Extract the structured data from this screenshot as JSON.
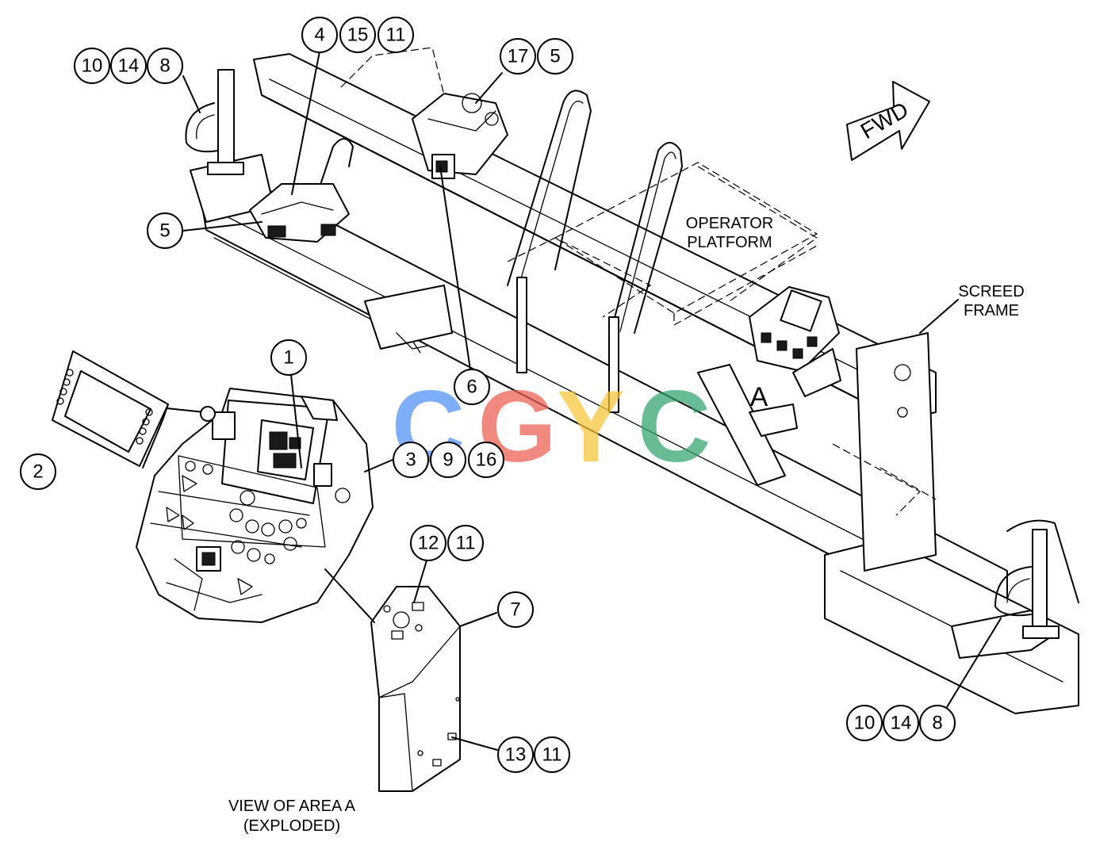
{
  "callouts": [
    {
      "id": "c10a",
      "label": "10"
    },
    {
      "id": "c14a",
      "label": "14"
    },
    {
      "id": "c8a",
      "label": "8"
    },
    {
      "id": "c4",
      "label": "4"
    },
    {
      "id": "c15",
      "label": "15"
    },
    {
      "id": "c11a",
      "label": "11"
    },
    {
      "id": "c17",
      "label": "17"
    },
    {
      "id": "c5a",
      "label": "5"
    },
    {
      "id": "c5b",
      "label": "5"
    },
    {
      "id": "c1",
      "label": "1"
    },
    {
      "id": "c6",
      "label": "6"
    },
    {
      "id": "c2",
      "label": "2"
    },
    {
      "id": "c3",
      "label": "3"
    },
    {
      "id": "c9",
      "label": "9"
    },
    {
      "id": "c16",
      "label": "16"
    },
    {
      "id": "c12",
      "label": "12"
    },
    {
      "id": "c11b",
      "label": "11"
    },
    {
      "id": "c7",
      "label": "7"
    },
    {
      "id": "c13",
      "label": "13"
    },
    {
      "id": "c11c",
      "label": "11"
    },
    {
      "id": "c10b",
      "label": "10"
    },
    {
      "id": "c14b",
      "label": "14"
    },
    {
      "id": "c8b",
      "label": "8"
    }
  ],
  "labels": {
    "fwd": "FWD",
    "operator_platform_1": "OPERATOR",
    "operator_platform_2": "PLATFORM",
    "screed_frame_1": "SCREED",
    "screed_frame_2": "FRAME",
    "area_a": "A",
    "view_line_1": "VIEW OF AREA A",
    "view_line_2": "(EXPLODED)"
  },
  "watermark": {
    "letters": [
      "C",
      "G",
      "Y",
      "C"
    ],
    "colors": [
      "#4f8ff7",
      "#ee5d4e",
      "#f6c634",
      "#2ea36a"
    ]
  }
}
